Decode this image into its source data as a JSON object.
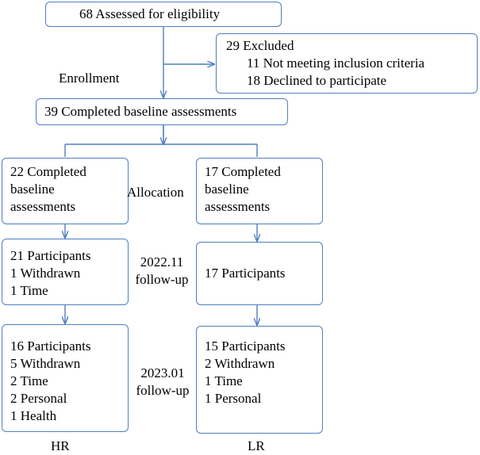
{
  "enrollment": {
    "assessed": "68 Assessed for eligibility",
    "excluded": {
      "title": "29 Excluded",
      "reasons": [
        "11 Not meeting inclusion criteria",
        "18 Declined to participate"
      ]
    },
    "stage_label": "Enrollment",
    "baseline": "39 Completed baseline assessments"
  },
  "allocation": {
    "stage_label": "Allocation",
    "hr": [
      "22 Completed",
      "baseline",
      "assessments"
    ],
    "lr": [
      "17 Completed",
      "baseline",
      "assessments"
    ]
  },
  "followup1": {
    "stage_label": [
      "2022.11",
      "follow-up"
    ],
    "hr": [
      "21 Participants",
      "1 Withdrawn",
      "1  Time"
    ],
    "lr": [
      "17 Participants"
    ]
  },
  "followup2": {
    "stage_label": [
      "2023.01",
      "follow-up"
    ],
    "hr": [
      "16 Participants",
      "5  Withdrawn",
      "2  Time",
      "2  Personal",
      "1  Health"
    ],
    "lr": [
      "15 Participants",
      "2 Withdrawn",
      "1  Time",
      "1  Personal"
    ]
  },
  "groups": {
    "hr": "HR",
    "lr": "LR"
  },
  "colors": {
    "border": "#4f7ec0",
    "arrow": "#4f7ec0"
  }
}
